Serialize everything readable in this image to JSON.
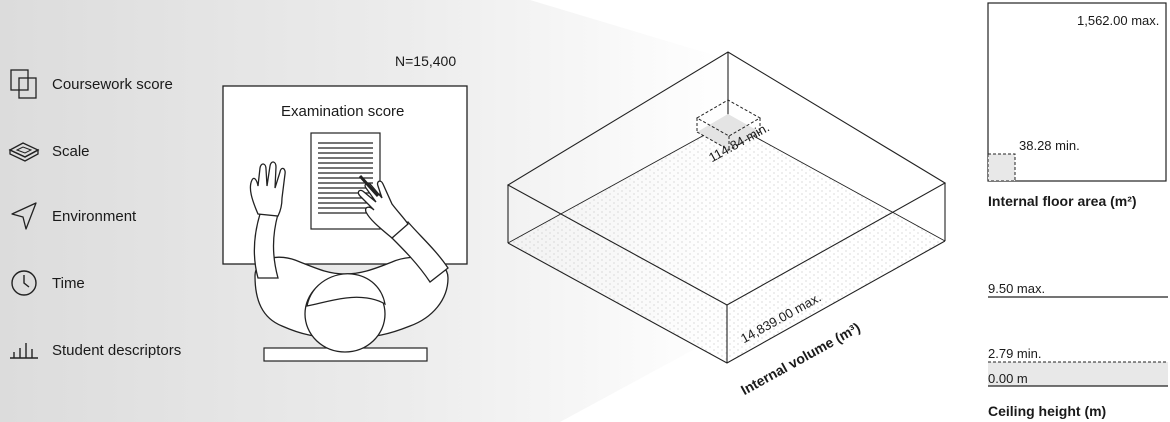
{
  "legend": {
    "items": [
      {
        "label": "Coursework score",
        "icon": "overlapping-squares-icon"
      },
      {
        "label": "Scale",
        "icon": "rhombus-scale-icon"
      },
      {
        "label": "Environment",
        "icon": "navigation-arrow-icon"
      },
      {
        "label": "Time",
        "icon": "clock-icon"
      },
      {
        "label": "Student descriptors",
        "icon": "bar-chart-icon"
      }
    ]
  },
  "exam": {
    "n_label": "N=15,400",
    "title": "Examination score"
  },
  "volume": {
    "min_label": "114.84 min.",
    "max_label": "14,839.00 max.",
    "axis_label": "Internal volume (m³)"
  },
  "floor": {
    "max_label": "1,562.00 max.",
    "min_label": "38.28 min.",
    "title": "Internal floor area (m²)"
  },
  "ceiling": {
    "max_label": "9.50 max.",
    "min_label": "2.79 min.",
    "zero_label": "0.00 m",
    "title": "Ceiling height (m)"
  }
}
